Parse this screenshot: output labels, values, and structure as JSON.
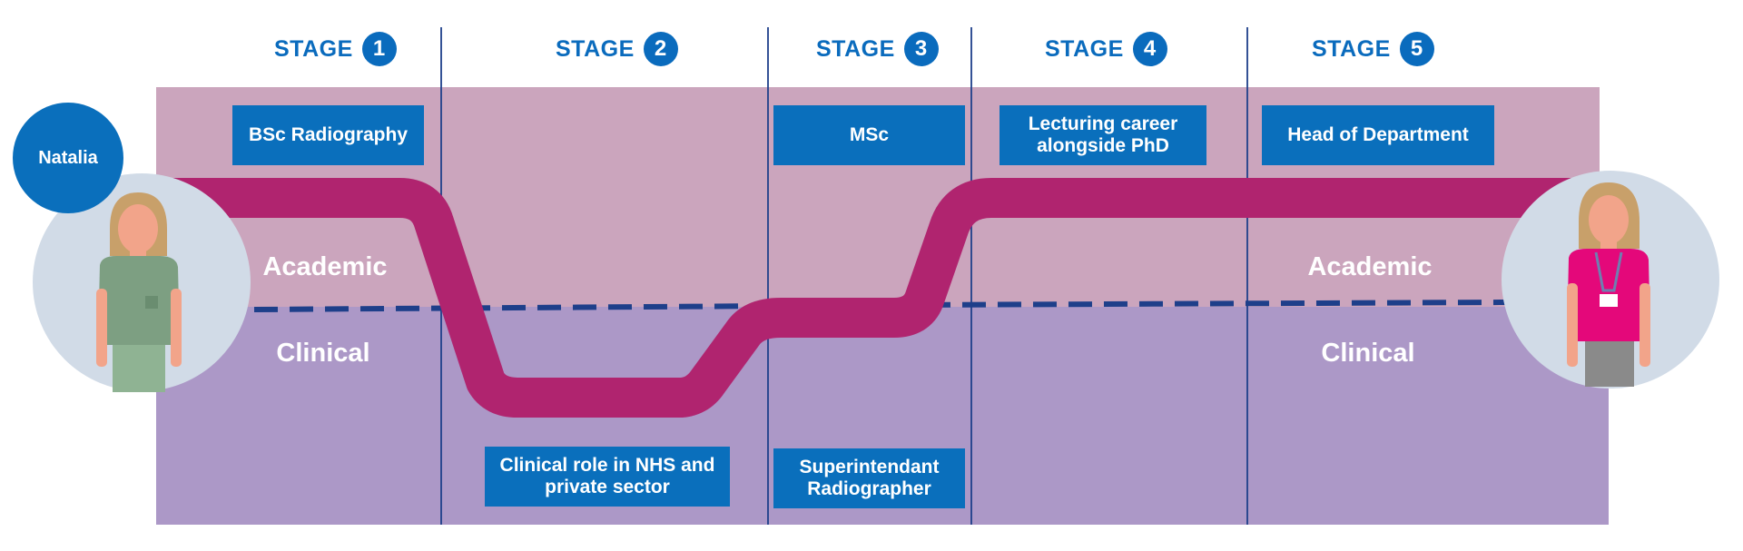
{
  "stages": [
    {
      "word": "STAGE",
      "number": "1"
    },
    {
      "word": "STAGE",
      "number": "2"
    },
    {
      "word": "STAGE",
      "number": "3"
    },
    {
      "word": "STAGE",
      "number": "4"
    },
    {
      "word": "STAGE",
      "number": "5"
    }
  ],
  "milestones": {
    "bsc": "BSc Radiography",
    "clinical_role": "Clinical role in NHS and private sector",
    "msc": "MSc",
    "superintendant": "Superintendant Radiographer",
    "lecturing": "Lecturing career alongside PhD",
    "head": "Head of Department"
  },
  "zones": {
    "academic_left": "Academic",
    "clinical_left": "Clinical",
    "academic_right": "Academic",
    "clinical_right": "Clinical"
  },
  "person": {
    "name": "Natalia"
  },
  "colors": {
    "academic_band": "#cba5bd",
    "clinical_band": "#ac98c7",
    "career_path": "#b0246f",
    "divider_line": "#1e3f8a",
    "stage_blue": "#0a6bbd",
    "milestone_blue": "#0a6fbc",
    "avatar_circle": "#d1dbe7"
  }
}
